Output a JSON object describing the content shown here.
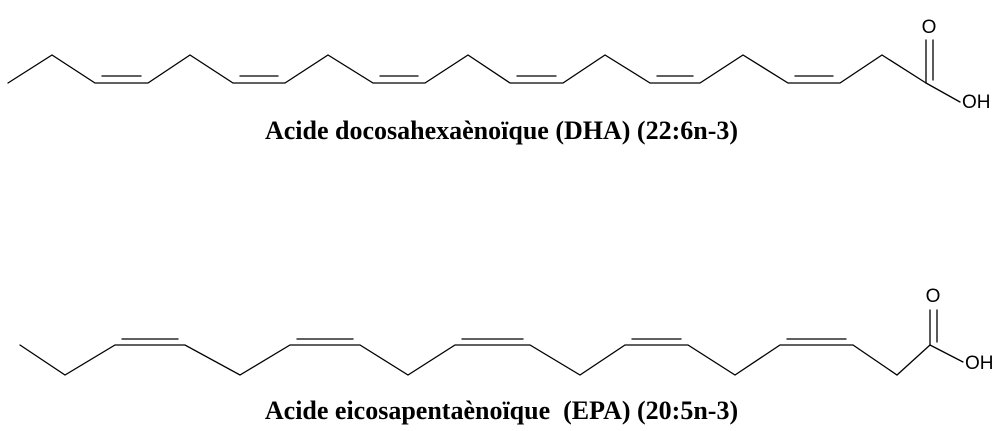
{
  "molecules": [
    {
      "id": "dha",
      "caption": "Acide docosahexaènoïque (DHA) (22:6n-3)",
      "carbonyl_oxygen": "O",
      "hydroxyl": "OH"
    },
    {
      "id": "epa",
      "caption": "Acide eicosapentaènoïque  (EPA) (20:5n-3)",
      "carbonyl_oxygen": "O",
      "hydroxyl": "OH"
    }
  ]
}
